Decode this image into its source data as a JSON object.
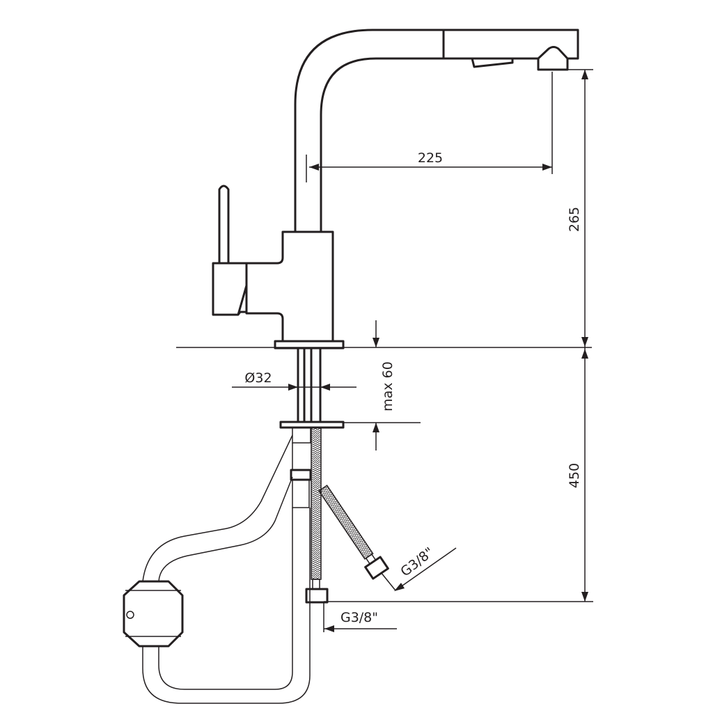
{
  "drawing": {
    "dimensions": {
      "spout_reach": "225",
      "spout_height": "265",
      "hose_length": "450",
      "shank_diameter": "Ø32",
      "max_counter_thickness": "max 60",
      "connection_thread_angled": "G3/8\"",
      "connection_thread_straight": "G3/8\""
    },
    "line_color": "#231f20",
    "background_color": "#ffffff"
  }
}
